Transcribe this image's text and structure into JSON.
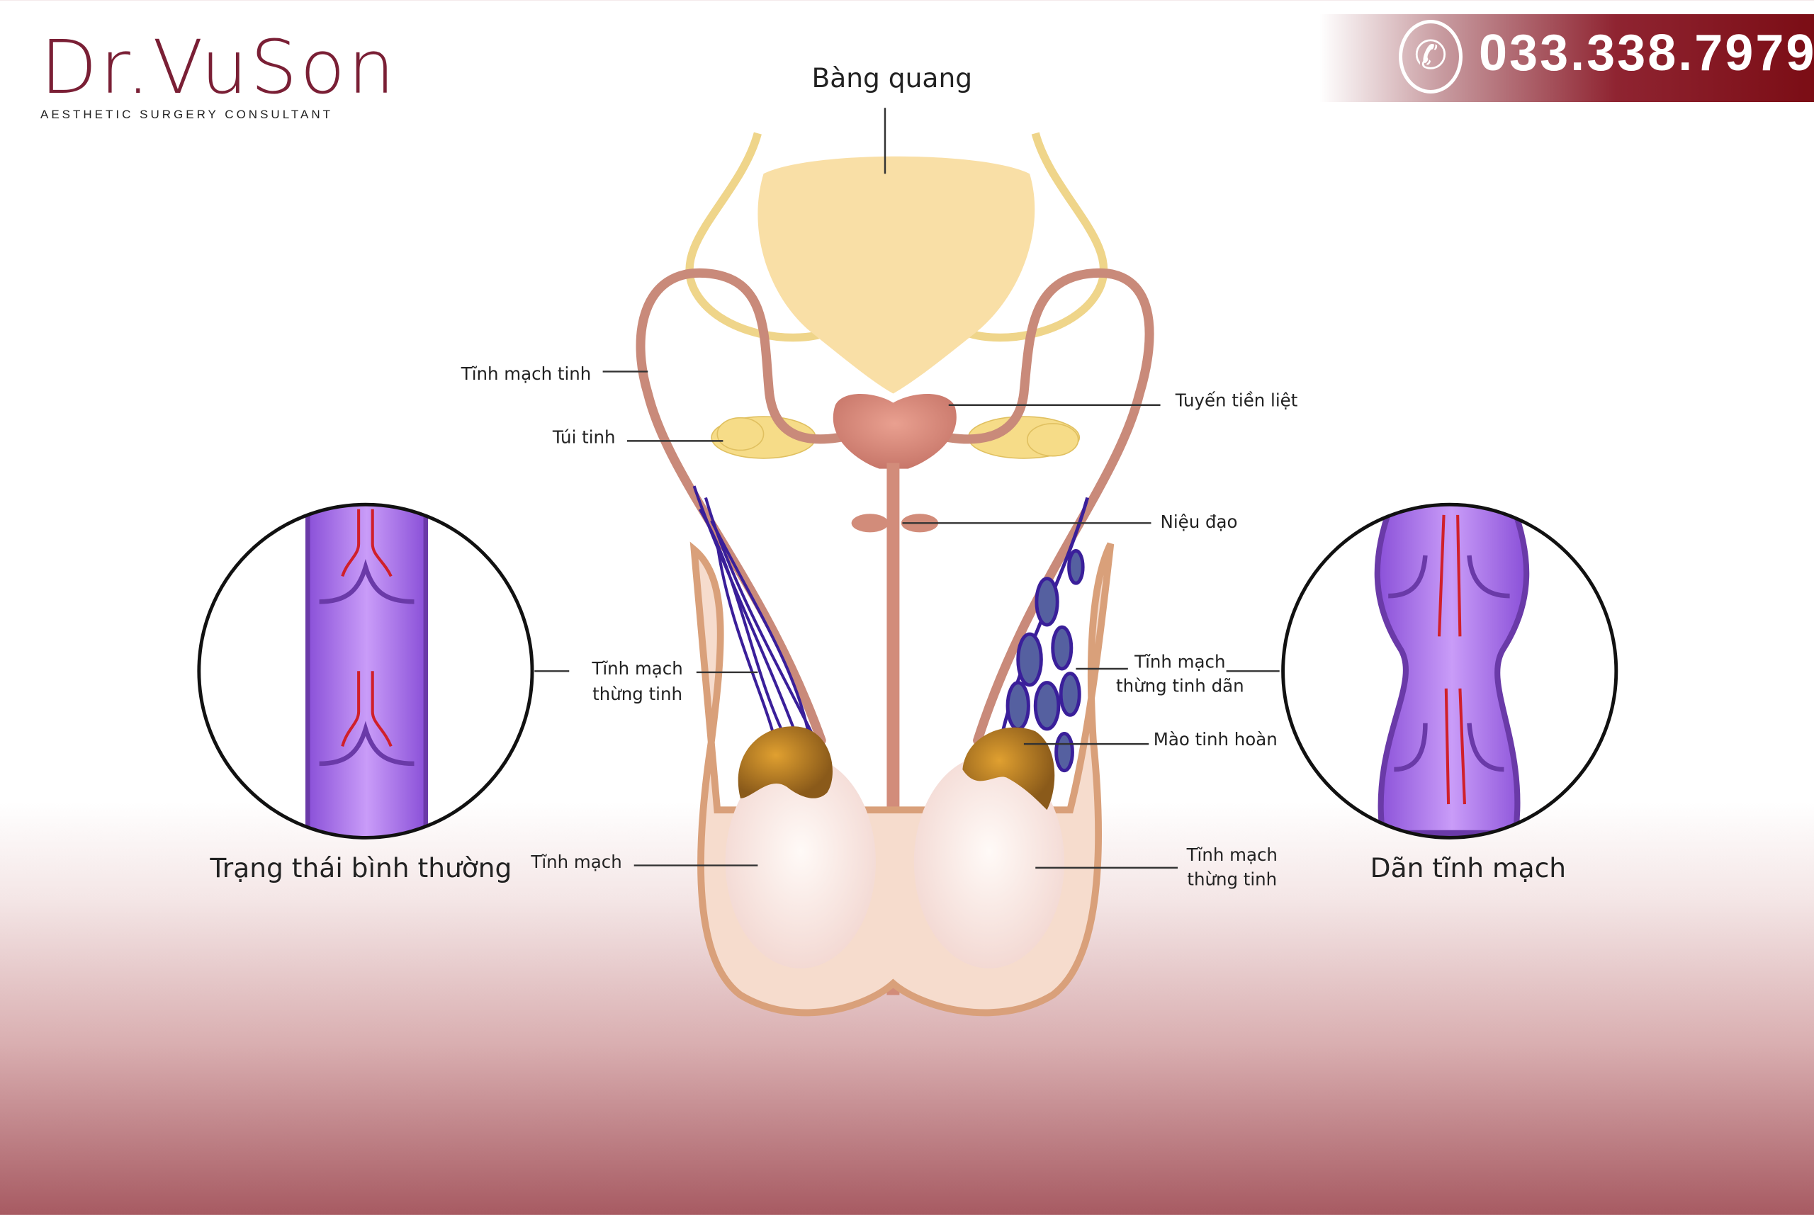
{
  "brand": {
    "name": "Dr.VuSon",
    "tagline": "AESTHETIC SURGERY CONSULTANT"
  },
  "contact": {
    "phone": "033.338.7979",
    "icon": "phone-icon"
  },
  "labels": {
    "bladder": "Bàng quang",
    "vas_vein": "Tĩnh mạch tinh",
    "seminal_vesicle": "Túi tinh",
    "prostate": "Tuyến tiền liệt",
    "urethra": "Niệu đạo",
    "cord_vein_l1": "Tĩnh mạch",
    "cord_vein_l2": "thừng tinh",
    "dilated_l1": "Tĩnh mạch",
    "dilated_l2": "thừng tinh dãn",
    "epididymis": "Mào tinh hoàn",
    "vein": "Tĩnh mạch",
    "cord_vein_r1": "Tĩnh mạch",
    "cord_vein_r2": "thừng tinh",
    "normal_state": "Trạng thái bình thường",
    "varicocele": "Dãn tĩnh mạch"
  },
  "colors": {
    "brand": "#7a1f35",
    "banner": "#7b0d15",
    "vein": "#3a1f9a",
    "tube": "#b57cf0"
  }
}
